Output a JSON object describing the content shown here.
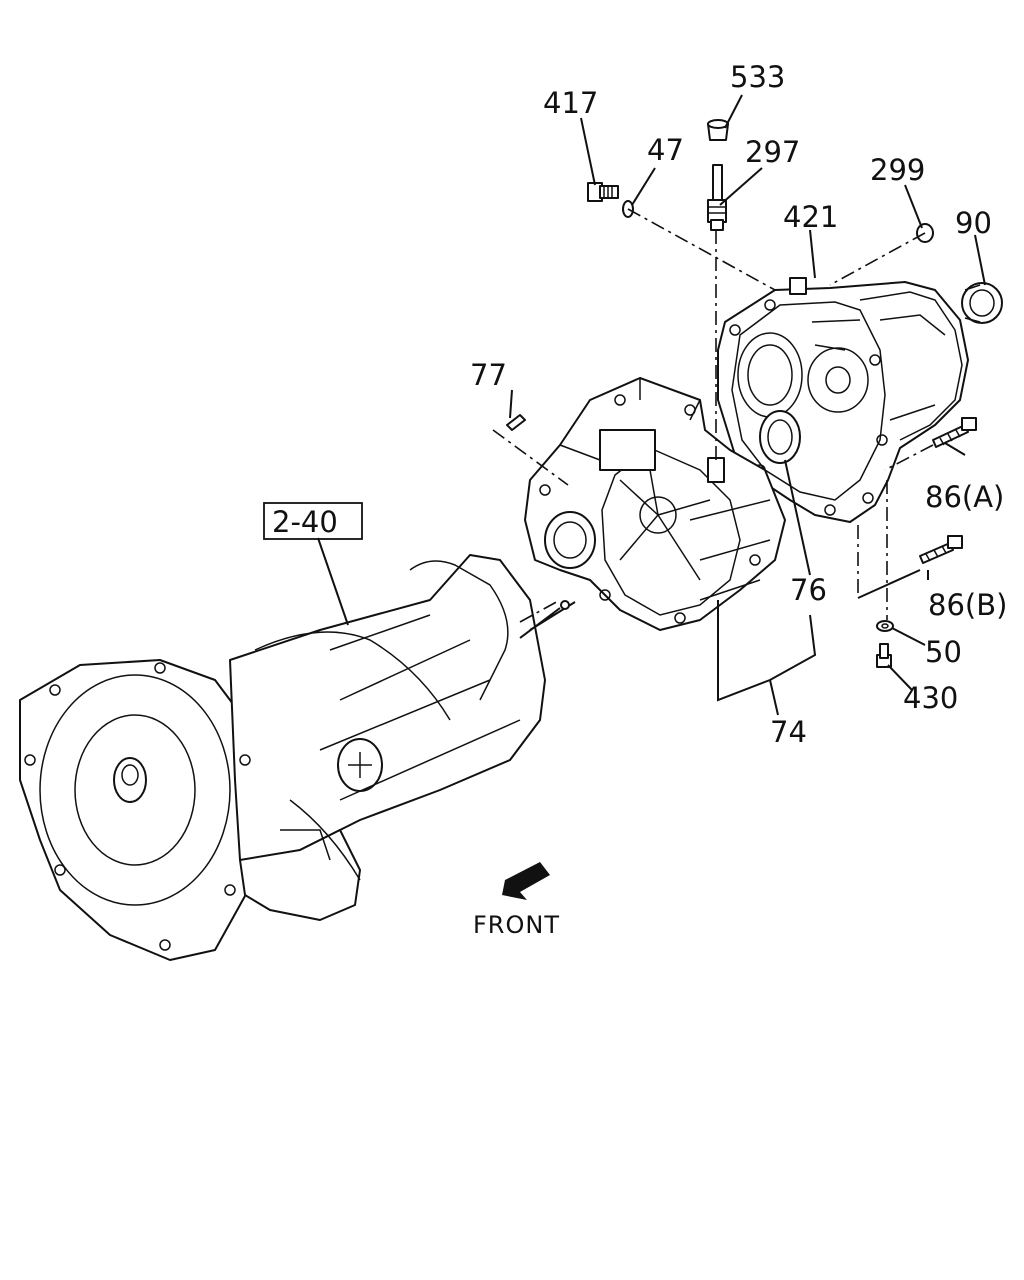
{
  "callouts": {
    "p417": "417",
    "p533": "533",
    "p47": "47",
    "p297": "297",
    "p299": "299",
    "p421": "421",
    "p90": "90",
    "p77": "77",
    "p240": "2-40",
    "p86a": "86(A)",
    "p76": "76",
    "p86b": "86(B)",
    "p50": "50",
    "p430": "430",
    "p74": "74"
  },
  "front_label": "FRONT",
  "icons": [
    "front-direction-arrow-icon"
  ]
}
